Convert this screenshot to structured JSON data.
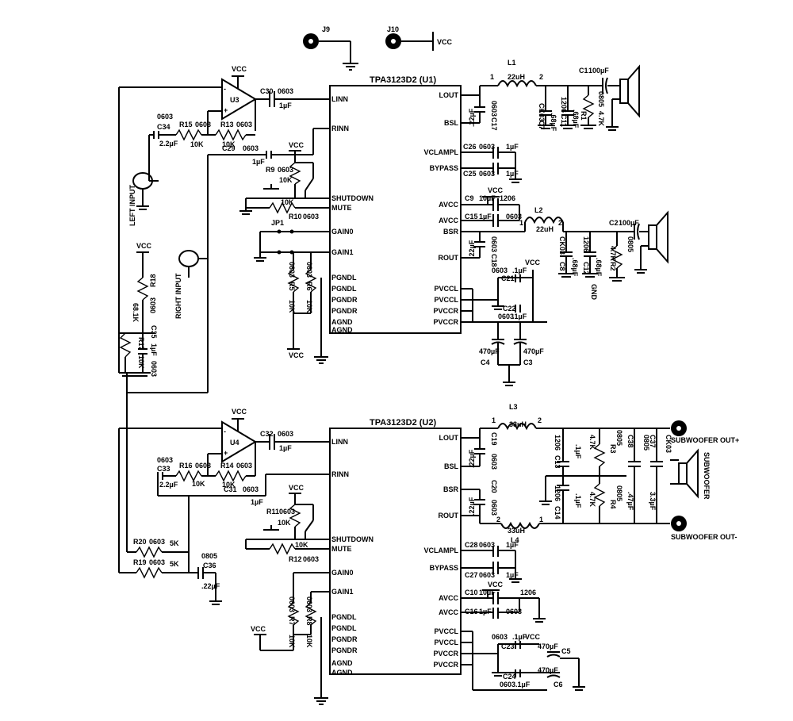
{
  "jacks": {
    "j9": "J9",
    "j10": "J10",
    "vcc": "VCC"
  },
  "u1": {
    "title": "TPA3123D2 (U1)",
    "left_pins": [
      "LINN",
      "RINN",
      "SHUTDOWN",
      "MUTE",
      "GAIN0",
      "GAIN1",
      "PGNDL",
      "PGNDL",
      "PGNDR",
      "PGNDR",
      "AGND",
      "AGND"
    ],
    "right_pins": [
      "LOUT",
      "BSL",
      "VCLAMPL",
      "BYPASS",
      "AVCC",
      "AVCC",
      "BSR",
      "ROUT",
      "PVCCL",
      "PVCCL",
      "PVCCR",
      "PVCCR"
    ]
  },
  "u2": {
    "title": "TPA3123D2 (U2)",
    "left_pins": [
      "LINN",
      "RINN",
      "SHUTDOWN",
      "MUTE",
      "GAIN0",
      "GAIN1",
      "PGNDL",
      "PGNDL",
      "PGNDR",
      "PGNDR",
      "AGND",
      "AGND"
    ],
    "right_pins": [
      "LOUT",
      "BSL",
      "BSR",
      "ROUT",
      "VCLAMPL",
      "BYPASS",
      "AVCC",
      "AVCC",
      "PVCCL",
      "PVCCL",
      "PVCCR",
      "PVCCR"
    ]
  },
  "opamps": {
    "u3": "U3",
    "u4": "U4",
    "vcc": "VCC"
  },
  "inputs": {
    "left": "LEFT INPUT",
    "right": "RIGHT INPUT"
  },
  "outputs": {
    "sub_plus": "SUBWOOFER OUT+",
    "sub_minus": "SUBWOOFER OUT-",
    "sub": "SUBWOOFER"
  },
  "labels": {
    "l1": "L1",
    "l1_val": "22uH",
    "l2": "L2",
    "l2_val": "22uH",
    "l3": "L3",
    "l3_val": "33uH",
    "l4": "L4",
    "l4_val": "33uH",
    "c1": "C1",
    "c1_val": "100µF",
    "c2": "C2",
    "c2_val": "100µF",
    "c30": "C30",
    "c29": "C29",
    "c32": "C32",
    "c31": "C31",
    "c34": "C34",
    "c33": "C33",
    "c35": "C35",
    "c36": "C36",
    "r15": "R15",
    "r13": "R13",
    "r16": "R16",
    "r14": "R14",
    "r9": "R9",
    "r10": "R10",
    "r11": "R11",
    "r12": "R12",
    "r5": "R5",
    "r6": "R6",
    "r7": "R7",
    "r8": "R8",
    "r18": "R18",
    "r17": "R17",
    "r19": "R19",
    "r20": "R20",
    "r1": "R1",
    "r2": "R2",
    "r3": "R3",
    "r4": "R4",
    "jp1": "JP1",
    "c17": "C17",
    "c18": "C18",
    "c19": "C19",
    "c20": "C20",
    "c26": "C26",
    "c25": "C25",
    "c28": "C28",
    "c27": "C27",
    "c9": "C9",
    "c15": "C15",
    "c10": "C10",
    "c16": "C16",
    "c21": "C21",
    "c22": "C22",
    "c23": "C23",
    "c24": "C24",
    "c3": "C3",
    "c4": "C4",
    "c5": "C5",
    "c6": "C6",
    "c7": "C7",
    "c11": "C11",
    "c8": "C8",
    "c12": "C12",
    "c13": "C13",
    "c14": "C14",
    "c37": "C37",
    "c38": "C38",
    "v0603": "0603",
    "v0805": "0805",
    "v1206": "1206",
    "vck03": "CK03",
    "v1uf": "1µF",
    "v_1uf": ".1µF",
    "v10uf": "10µF",
    "v22uf": ".22µF",
    "v2_2uf": "2.2µF",
    "v68uf": ".68µF",
    "v47uf": ".47µF",
    "v33uf": "3.3µF",
    "v470uf": "470µF",
    "v10k": "10K",
    "v5k": "5K",
    "v4_7k": "4.7K",
    "v68_1k": "68.1K",
    "vcc": "VCC",
    "gnd": "GND"
  }
}
